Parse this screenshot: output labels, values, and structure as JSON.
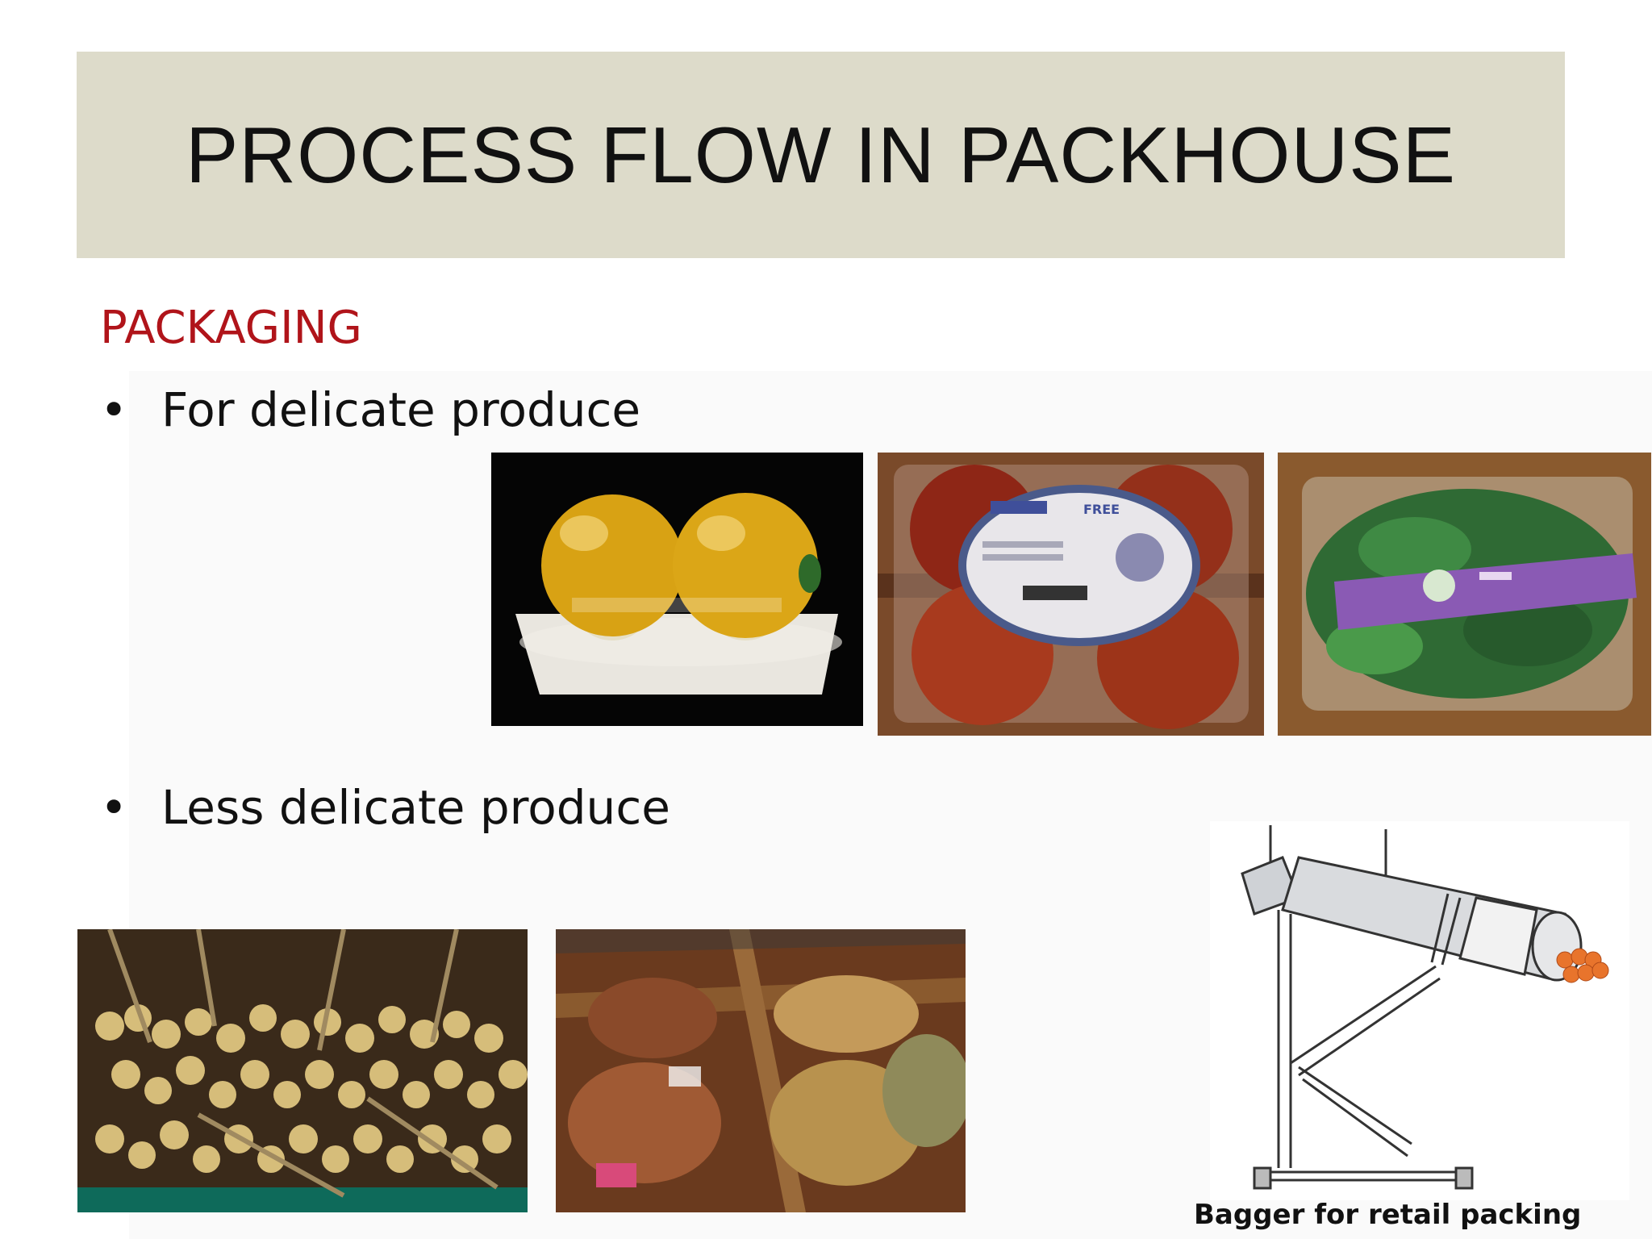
{
  "slide": {
    "title": "PROCESS FLOW IN PACKHOUSE",
    "section_heading": "PACKAGING",
    "section_color": "#b0141a",
    "title_band_color": "#dddbca",
    "bullets": [
      {
        "marker": "•",
        "text": "For delicate produce"
      },
      {
        "marker": "•",
        "text": "Less delicate produce"
      }
    ],
    "images": {
      "tray_pears": "photo of two yellow pears in foam nets on a tray",
      "apple_clamshell": "photo of four red apples in a plastic clamshell with sticker",
      "greens_clamshell": "photo of leafy greens in a clamshell with purple label",
      "longan_bunches": "photo of bunches of longan fruit",
      "netted_produce": "photo of pineapples and produce in net bags",
      "bagger_diagram": "drawing of a bagger machine"
    },
    "sticker_text": "FREE",
    "bagger_caption": "Bagger for retail packing"
  }
}
